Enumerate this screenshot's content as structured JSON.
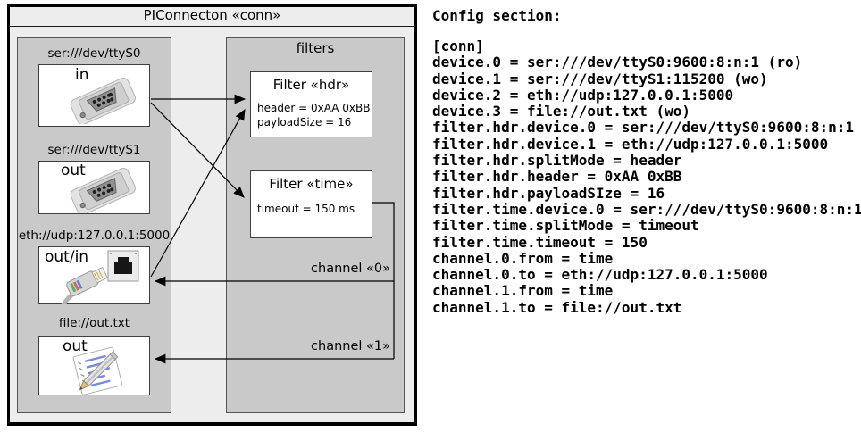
{
  "diagram": {
    "title": "PIConnecton «conn»",
    "filters_group_label": "filters",
    "devices": [
      {
        "label": "ser:///dev/ttyS0",
        "direction": "in",
        "icon": "serial-connector-icon"
      },
      {
        "label": "ser:///dev/ttyS1",
        "direction": "out",
        "icon": "serial-connector-icon"
      },
      {
        "label": "eth://udp:127.0.0.1:5000",
        "direction": "out/in",
        "icon": "ethernet-icon"
      },
      {
        "label": "file://out.txt",
        "direction": "out",
        "icon": "notepad-pencil-icon"
      }
    ],
    "filters": [
      {
        "title": "Filter «hdr»",
        "attributes": [
          "header = 0xAA 0xBB",
          "payloadSize = 16"
        ]
      },
      {
        "title": "Filter «time»",
        "attributes": [
          "timeout = 150 ms"
        ]
      }
    ],
    "channels": [
      {
        "label": "channel «0»"
      },
      {
        "label": "channel «1»"
      }
    ],
    "colors": {
      "outer_bg": "#ededed",
      "column_bg": "#c9c9c9",
      "box_bg": "#ffffff",
      "line": "#000000"
    }
  },
  "config": {
    "heading": "Config section:",
    "lines": [
      "[conn]",
      "device.0 = ser:///dev/ttyS0:9600:8:n:1 (ro)",
      "device.1 = ser:///dev/ttyS1:115200 (wo)",
      "device.2 = eth://udp:127.0.0.1:5000",
      "device.3 = file://out.txt (wo)",
      "filter.hdr.device.0 = ser:///dev/ttyS0:9600:8:n:1",
      "filter.hdr.device.1 = eth://udp:127.0.0.1:5000",
      "filter.hdr.splitMode = header",
      "filter.hdr.header = 0xAA 0xBB",
      "filter.hdr.payloadSIze = 16",
      "filter.time.device.0 = ser:///dev/ttyS0:9600:8:n:1",
      "filter.time.splitMode = timeout",
      "filter.time.timeout = 150",
      "channel.0.from = time",
      "channel.0.to = eth://udp:127.0.0.1:5000",
      "channel.1.from = time",
      "channel.1.to = file://out.txt"
    ]
  }
}
